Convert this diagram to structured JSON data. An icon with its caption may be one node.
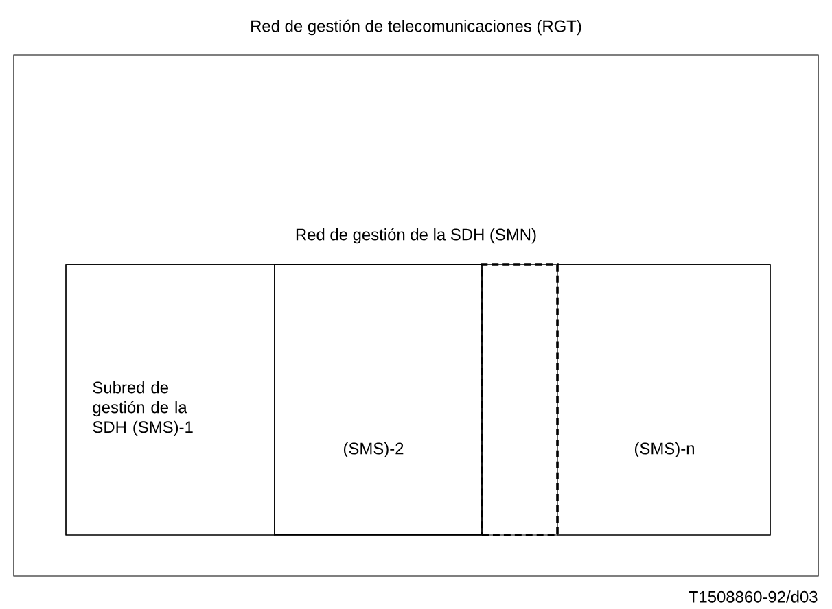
{
  "diagram": {
    "nodes": [
      {
        "text": [
          "Red de gestión de telecomunicaciones (RGT)"
        ]
      },
      {
        "text": [
          "Red de gestión de la SDH (SMN)"
        ],
        "in": 0
      },
      {
        "text": [
          "Subred de gestión de la SDH (SMS)-1"
        ],
        "in": 1
      },
      {
        "text": [
          "(SMS)-2"
        ],
        "in": 1
      },
      {
        "text": [],
        "shape": "box",
        "in": 1
      },
      {
        "text": [
          "(SMS)-n"
        ],
        "in": 1
      }
    ],
    "labels": [
      "T1508860-92/d03"
    ]
  }
}
